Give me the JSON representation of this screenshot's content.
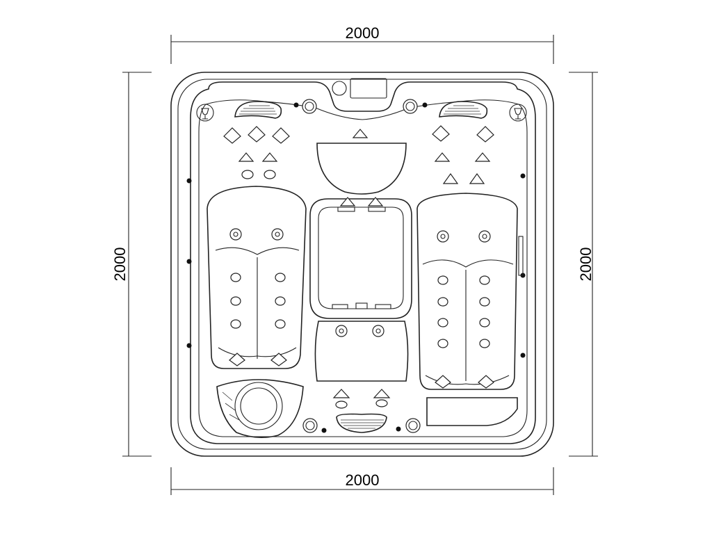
{
  "dimensions": {
    "top_width": "2000",
    "bottom_width": "2000",
    "left_height": "2000",
    "right_height": "2000"
  },
  "line_color": "#222222",
  "background_color": "#ffffff",
  "icons": {
    "cup_holder": "wine-glass-icon",
    "massage_jet": "jet-icon",
    "control_knob": "air-control-icon",
    "pillow": "headrest-icon",
    "light": "led-light-icon"
  }
}
